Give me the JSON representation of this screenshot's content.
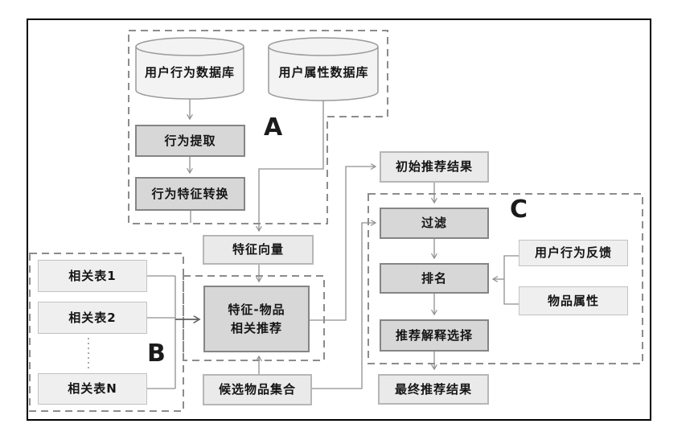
{
  "groups": {
    "a": "A",
    "b": "B",
    "c": "C"
  },
  "nodes": {
    "db_behavior": "用户行为数据库",
    "db_attribute": "用户属性数据库",
    "behavior_extract": "行为提取",
    "behavior_feature_convert": "行为特征转换",
    "feature_vector": "特征向量",
    "related_table_1": "相关表1",
    "related_table_2": "相关表2",
    "related_table_n": "相关表N",
    "feature_item_line1": "特征-物品",
    "feature_item_line2": "相关推荐",
    "candidate_item_set": "候选物品集合",
    "initial_rec_result": "初始推荐结果",
    "filter": "过滤",
    "ranking": "排名",
    "user_behavior_feedback": "用户行为反馈",
    "item_attribute": "物品属性",
    "rec_explanation_select": "推荐解释选择",
    "final_rec_result": "最终推荐结果"
  },
  "colors": {
    "node_dark_fill": "#d7d7d7",
    "node_dark_border": "#858585",
    "node_light_fill": "#eaeaea",
    "node_light_border": "#b6b6b6",
    "cylinder_fill": "#f3f3f3",
    "connector": "#8f8f8f",
    "dashed_outline": "#8c8c8c",
    "frame": "#000000"
  }
}
